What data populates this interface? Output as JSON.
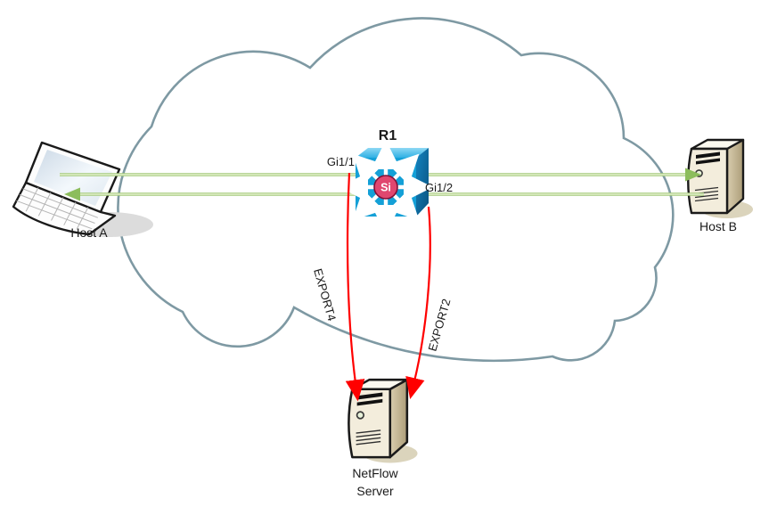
{
  "diagram_type": "network-topology",
  "hosts": {
    "host_a": "Host A",
    "host_b": "Host B"
  },
  "router": {
    "name": "R1",
    "badge": "Si",
    "interface_left": "Gi1/1",
    "interface_right": "Gi1/2"
  },
  "server": {
    "label_line1": "NetFlow",
    "label_line2": "Server"
  },
  "exports": {
    "left": "EXPORT4",
    "right": "EXPORT2"
  },
  "colors": {
    "cloud-stroke": "#7E99A3",
    "green-line": "#A3C97A",
    "green-core": "#E1EFC9",
    "green-arrow": "#8CBD5C",
    "red": "#FF0000",
    "outline": "#1a1a1a",
    "switch-front": "#14A0D7",
    "switch-top": "#4FBEEA",
    "si-fill": "#E0476F",
    "si-ring": "#7E1037",
    "tower-front": "#F3EDDC",
    "tower-top": "#FBF9EF"
  }
}
